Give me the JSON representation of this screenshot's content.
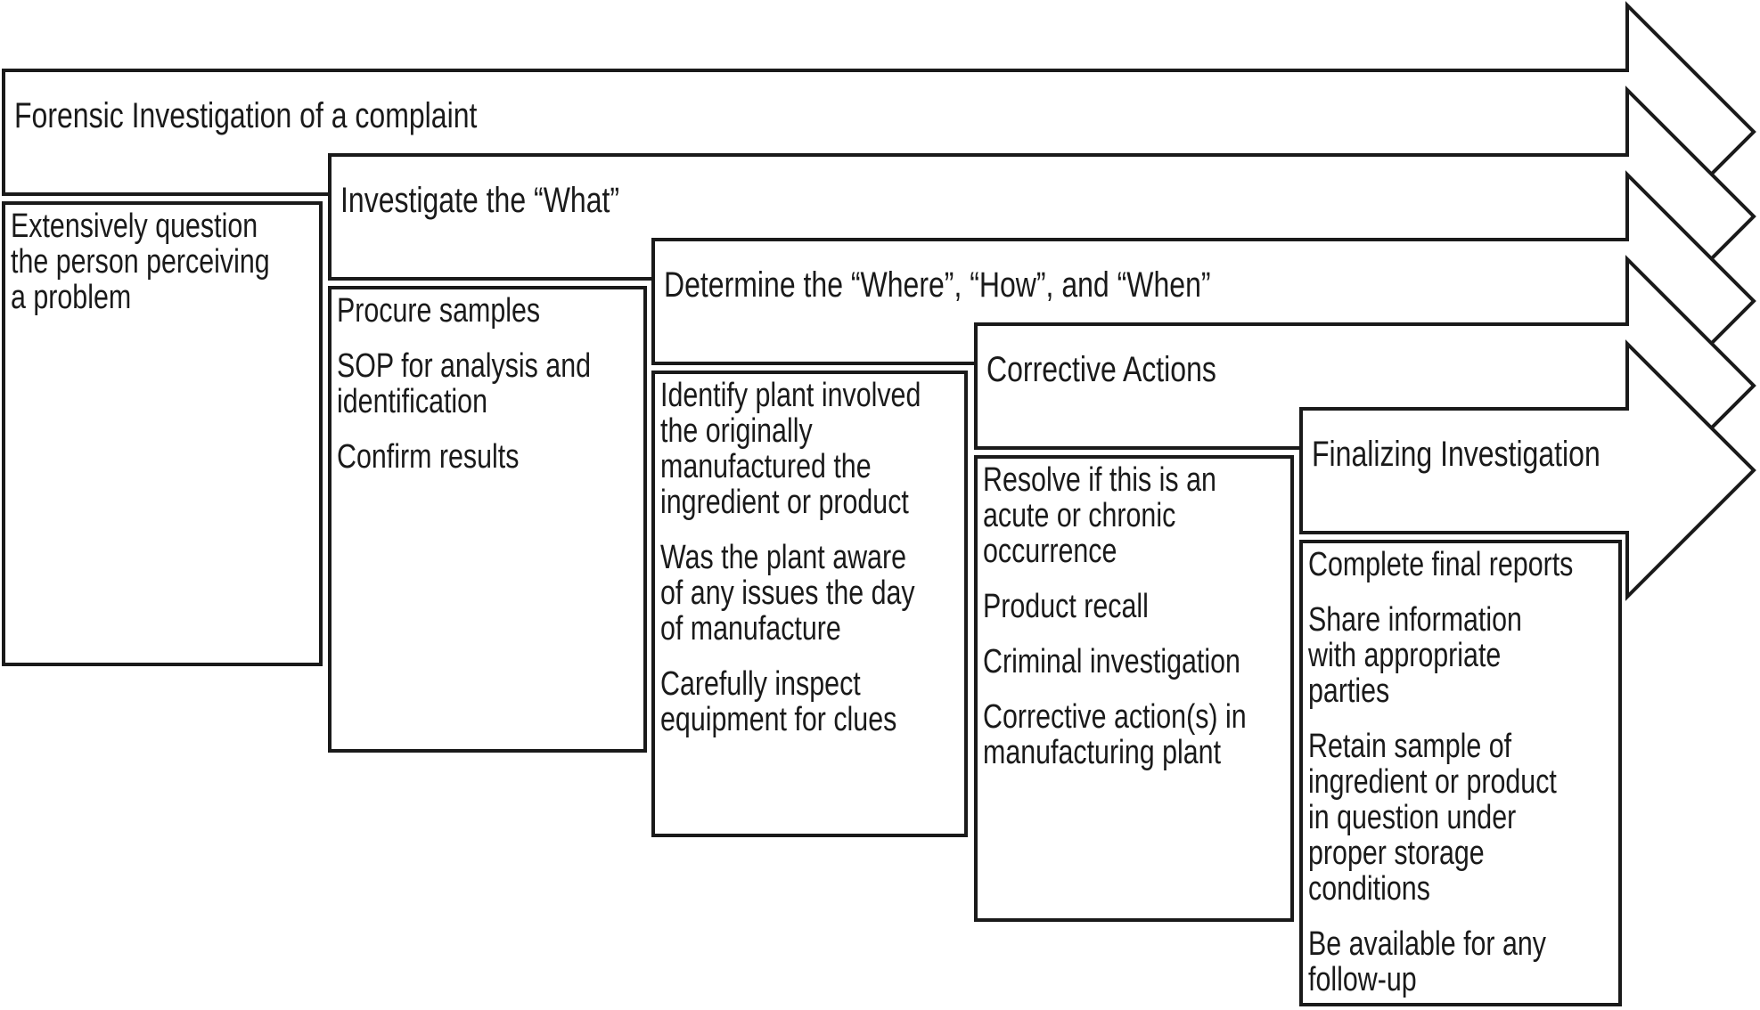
{
  "figure": {
    "title": "Forensic Investigation of a complaint",
    "type": "stepped-arrow-flow",
    "step_count": 5
  },
  "steps": [
    {
      "label": "Forensic Investigation of a complaint",
      "details": [
        "Extensively question\nthe person perceiving\na problem"
      ]
    },
    {
      "label": "Investigate the “What”",
      "details": [
        "Procure samples",
        "SOP for analysis and\nidentification",
        "Confirm results"
      ]
    },
    {
      "label": "Determine the “Where”, “How”, and “When”",
      "details": [
        "Identify plant involved\nthe originally\nmanufactured the\ningredient or product",
        "Was the plant aware\nof any issues the day\nof manufacture",
        "Carefully inspect\nequipment for clues"
      ]
    },
    {
      "label": "Corrective Actions",
      "details": [
        "Resolve if this is an\nacute or chronic\noccurrence",
        "Product recall",
        "Criminal investigation",
        "Corrective action(s) in\nmanufacturing plant"
      ]
    },
    {
      "label": "Finalizing Investigation",
      "details": [
        "Complete final reports",
        "Share information\nwith appropriate\nparties",
        "Retain sample of\ningredient or product\nin question under\nproper storage\nconditions",
        "Be available for any\nfollow-up"
      ]
    }
  ],
  "colors": {
    "line": "#1a1a1a",
    "background": "#ffffff",
    "text": "#1a1a1a"
  }
}
